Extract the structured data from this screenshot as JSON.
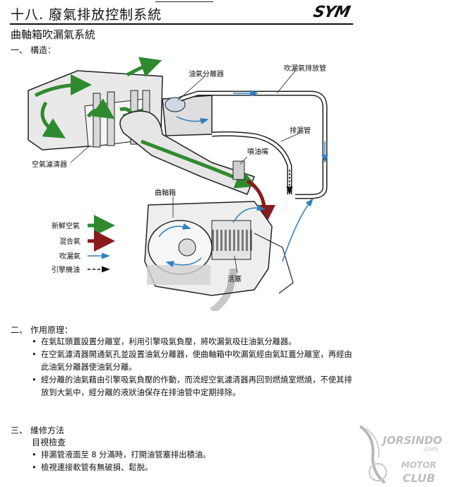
{
  "header": {
    "chapter_title": "十八. 廢氣排放控制系統",
    "brand": "SYM"
  },
  "section_title": "曲軸箱吹漏氣系統",
  "structure": {
    "number": "一、",
    "title": "構造："
  },
  "diagram": {
    "labels": {
      "oil_separator": "油氣分離器",
      "blowby_tube": "吹漏氣排放管",
      "drain_tube": "排漏管",
      "injector": "噴油嘴",
      "air_cleaner": "空氣濾清器",
      "crankcase": "曲軸箱",
      "piston": "活塞"
    },
    "legend": [
      {
        "label": "新鮮空氣",
        "color": "#2f8a2f",
        "style": "thick"
      },
      {
        "label": "混合氣",
        "color": "#8b1a1a",
        "style": "thick"
      },
      {
        "label": "吹漏氣",
        "color": "#2f7fc0",
        "style": "thin"
      },
      {
        "label": "引擎機油",
        "color": "#111111",
        "style": "dashed"
      }
    ]
  },
  "principle": {
    "number": "二、",
    "title": "作用原理：",
    "items": [
      "在氣缸頭蓋設置分離室，利用引擎吸氣負壓，將吹漏氣吸往油氣分離器。",
      "在空氣濾清器開通氣孔並設置油氣分離器，使曲軸箱中吹漏氣經由氣缸蓋分離室，再經由此油氣分離器使油氣分離。",
      "經分離的油氣藉由引擎吸氣負壓的作動，而流經空氣濾清器再回到燃燒室燃燒，不使其排放到大氣中，經分離的液狀油保存在排油管中定期排除。"
    ]
  },
  "maintenance": {
    "number": "三、",
    "title": "維修方法",
    "subtitle": "目視檢查",
    "items": [
      "排漏管液面至 8 分滿時，打開油管塞排出積油。",
      "檢視連接軟管有無破損、鬆脫。"
    ]
  },
  "watermark": {
    "line1": "JORSINDO",
    "line2": ".com",
    "line3": "MOTOR",
    "line4": "CLUB"
  }
}
